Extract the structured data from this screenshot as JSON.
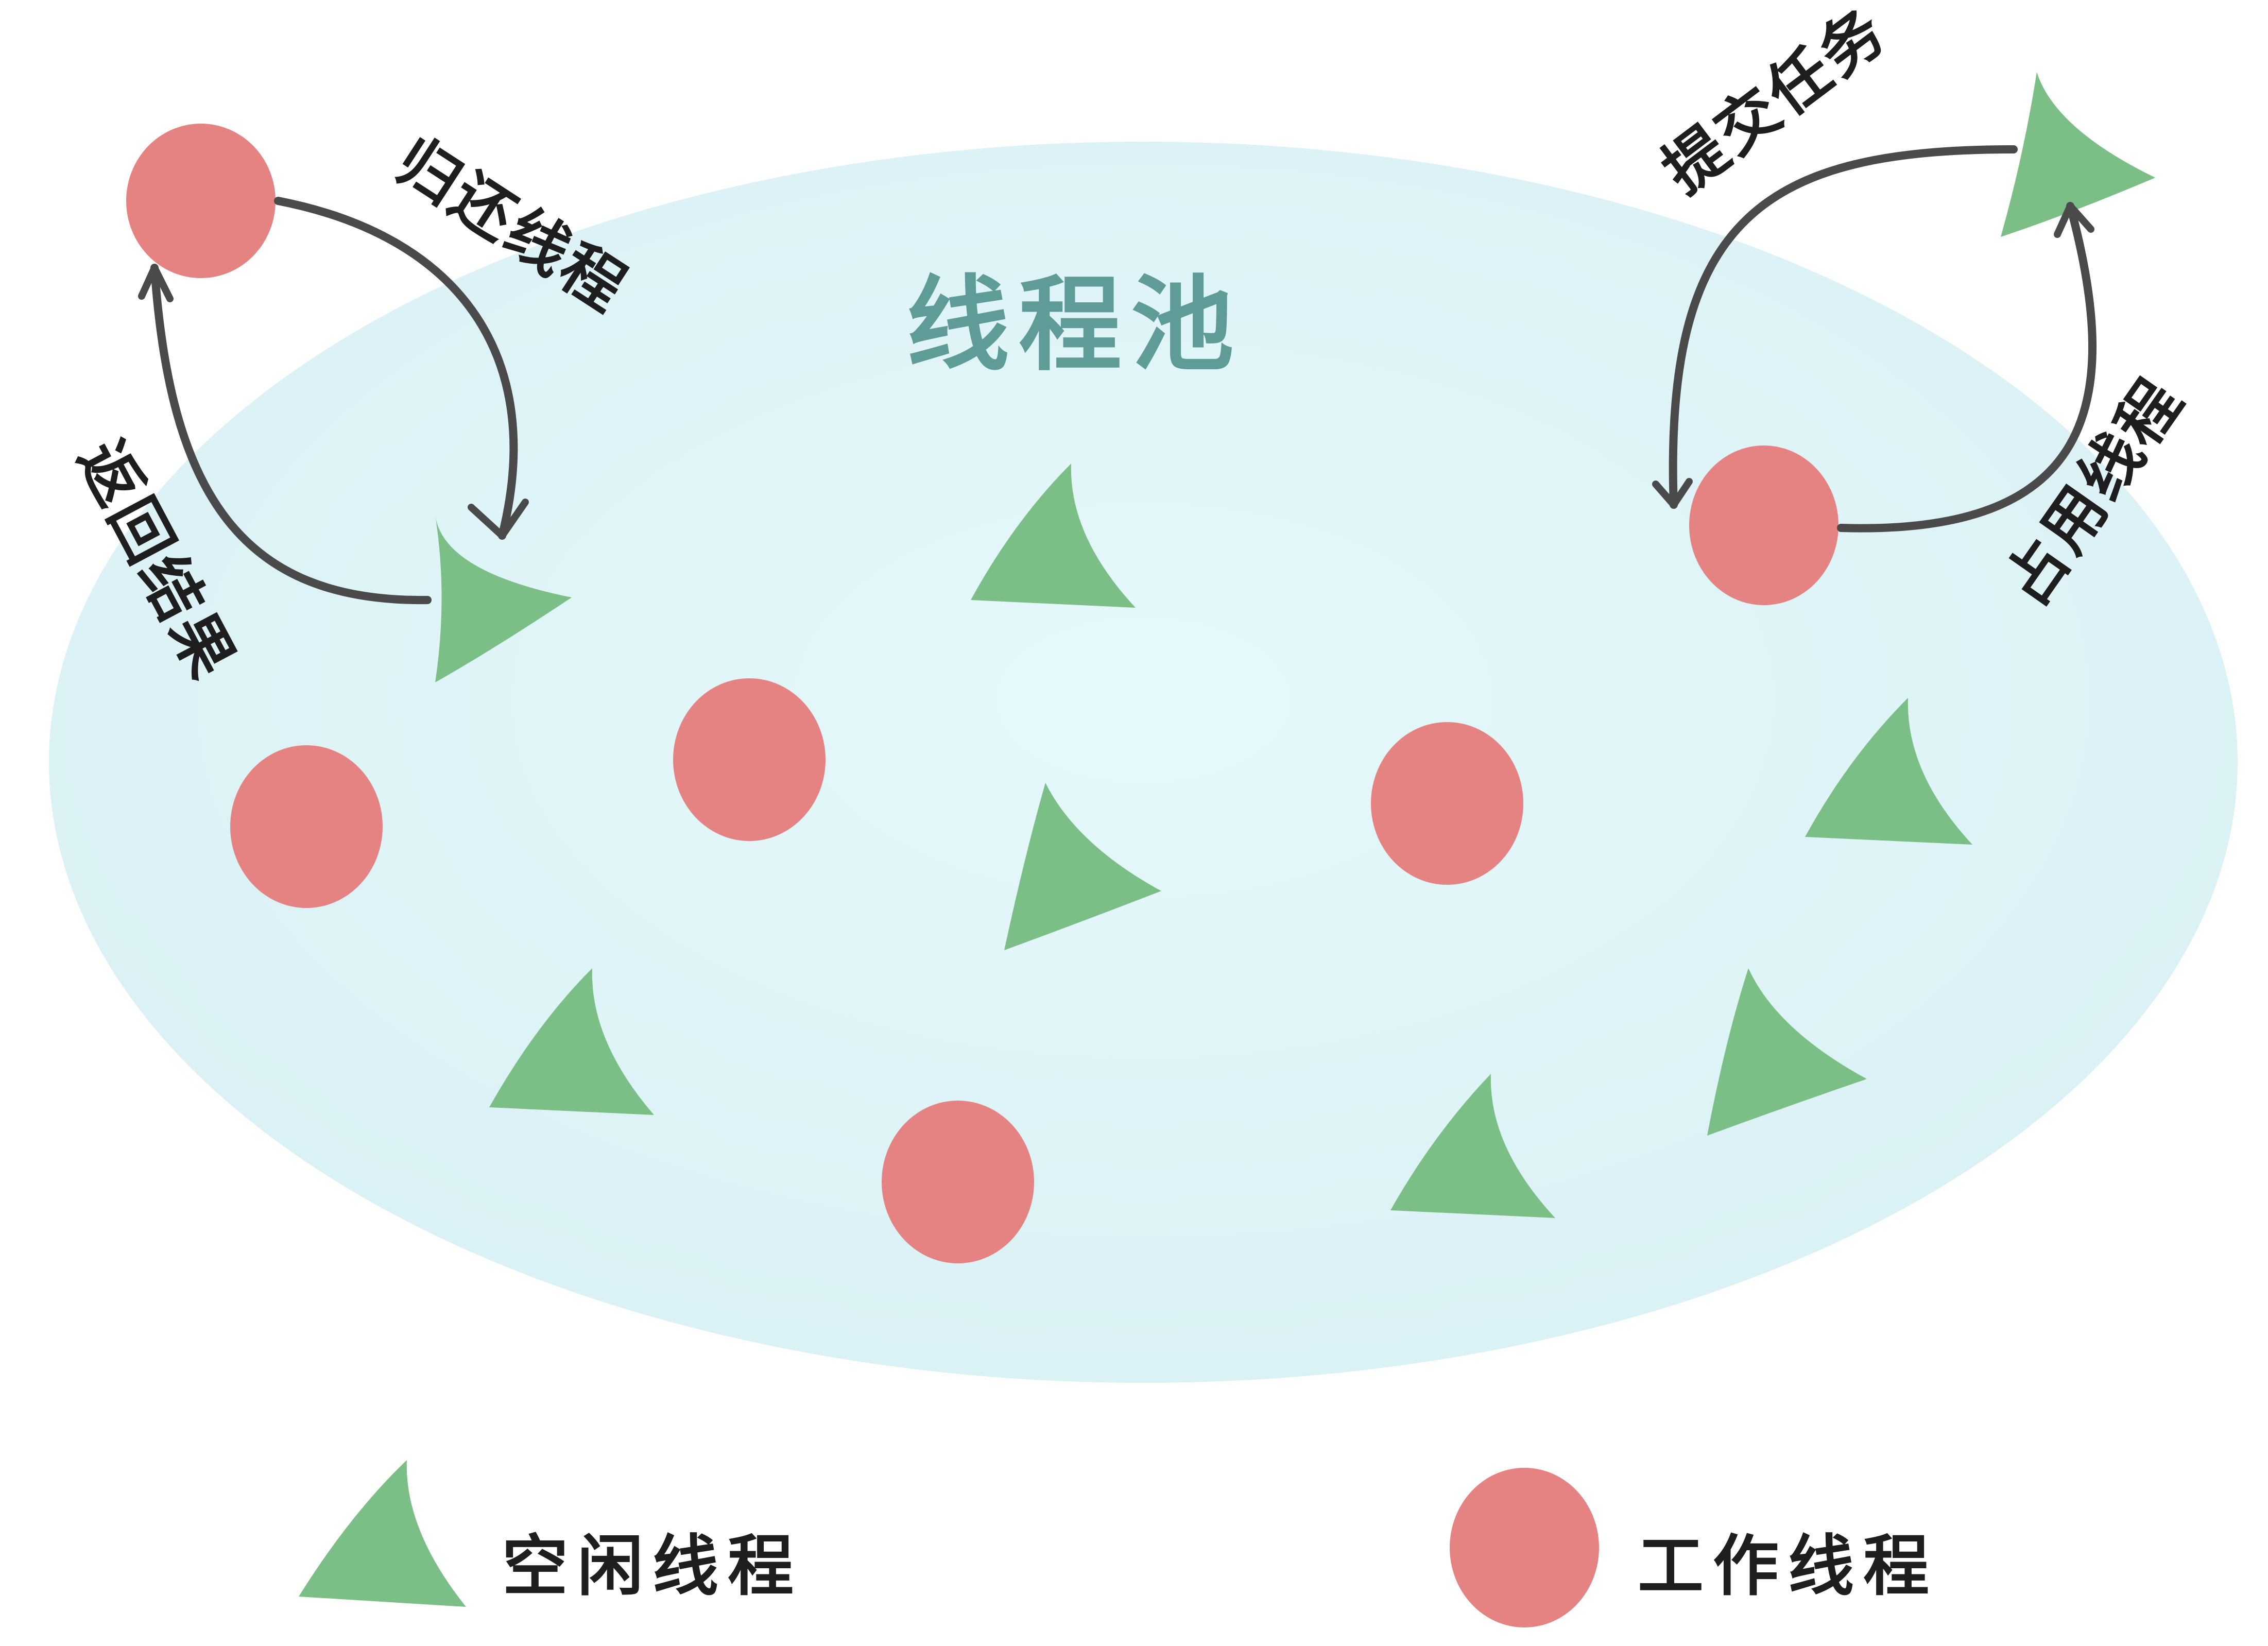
{
  "pool": {
    "title": "线程池"
  },
  "arrows": {
    "return_thread": "归还线程",
    "return_result": "返回结果",
    "submit_task": "提交任务",
    "occupy_thread": "占用线程"
  },
  "legend": {
    "idle_label": "空闲线程",
    "working_label": "工作线程"
  },
  "colors": {
    "pool_fill": "#e2f6fa",
    "idle_thread": "#7bbf86",
    "working_thread": "#e58383",
    "title_text": "#5f9c98",
    "arrow": "#4a4a4a"
  },
  "icons": {
    "idle_thread": "green-triangle",
    "working_thread": "red-circle"
  }
}
